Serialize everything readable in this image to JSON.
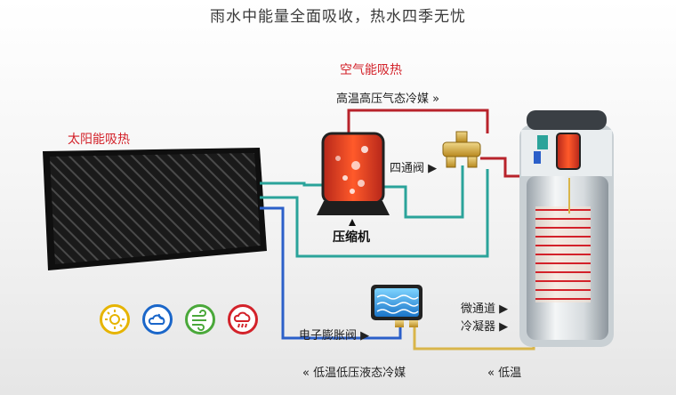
{
  "headline": "雨水中能量全面吸收，热水四季无忧",
  "labels": {
    "solar": "太阳能吸热",
    "air": "空气能吸热",
    "hot_refrigerant": "高温高压气态冷媒 »",
    "four_way_valve": "四通阀 ▶",
    "compressor": "压缩机",
    "expansion_valve": "电子膨胀阀 ▶",
    "low_refrigerant": "« 低温低压液态冷媒",
    "micro_channel_line1": "微通道 ▶",
    "micro_channel_line2": "冷凝器 ▶",
    "bottom_right": "« 低温"
  },
  "weather_icons": [
    {
      "name": "sun-icon",
      "color": "#e6b400"
    },
    {
      "name": "cloudy-night-icon",
      "color": "#1a66c9"
    },
    {
      "name": "wind-icon",
      "color": "#4aa83a"
    },
    {
      "name": "rain-icon",
      "color": "#d3222a"
    }
  ],
  "colors": {
    "hot_line": "#b8232b",
    "cool_line": "#2aa39a",
    "cold_line": "#2b5fc9",
    "liquid_line": "#d9b54a",
    "accent_red": "#d3222a"
  }
}
